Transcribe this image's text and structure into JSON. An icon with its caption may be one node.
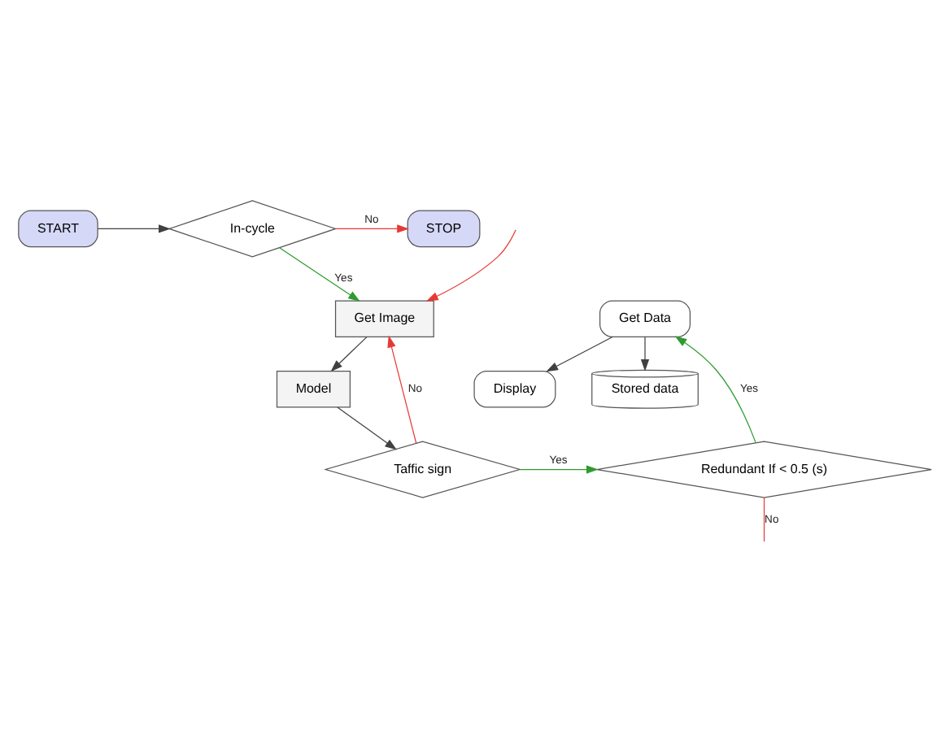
{
  "diagram": {
    "nodes": [
      {
        "text": [
          "START"
        ]
      },
      {
        "text": [
          "In-cycle"
        ]
      },
      {
        "text": [
          "STOP"
        ]
      },
      {
        "text": [
          "Get Image"
        ]
      },
      {
        "text": [
          "Model"
        ]
      },
      {
        "text": [
          "Taffic sign"
        ]
      },
      {
        "text": [
          "Get Data"
        ]
      },
      {
        "text": [
          "Display"
        ]
      },
      {
        "text": [
          "Stored data"
        ]
      },
      {
        "text": [
          "Redundant If < 0.5 (s)"
        ]
      }
    ],
    "edges": [
      {
        "from": 0,
        "to": 1,
        "arrow": "to"
      },
      {
        "from": 1,
        "to": 2,
        "arrow": "to",
        "label": "No",
        "color": "#e53935"
      },
      {
        "from": 1,
        "to": 3,
        "arrow": "to",
        "label": "Yes",
        "color": "#2e9b2e"
      },
      {
        "from": 3,
        "to": 4,
        "arrow": "to"
      },
      {
        "from": 4,
        "to": 5,
        "arrow": "to"
      },
      {
        "from": 5,
        "to": 3,
        "arrow": "to",
        "label": "No",
        "color": "#e53935"
      },
      {
        "from": 5,
        "to": 9,
        "arrow": "to",
        "label": "Yes",
        "color": "#2e9b2e"
      },
      {
        "from": 9,
        "to": 6,
        "arrow": "to",
        "label": "Yes",
        "color": "#2e9b2e"
      },
      {
        "from": 6,
        "to": 7,
        "arrow": "to"
      },
      {
        "from": 6,
        "to": 8,
        "arrow": "to"
      },
      {
        "from": 9,
        "to": null,
        "arrow": "none",
        "label": "No",
        "color": "#e53935"
      },
      {
        "from": null,
        "to": 3,
        "arrow": "to",
        "color": "#e53935"
      }
    ]
  }
}
